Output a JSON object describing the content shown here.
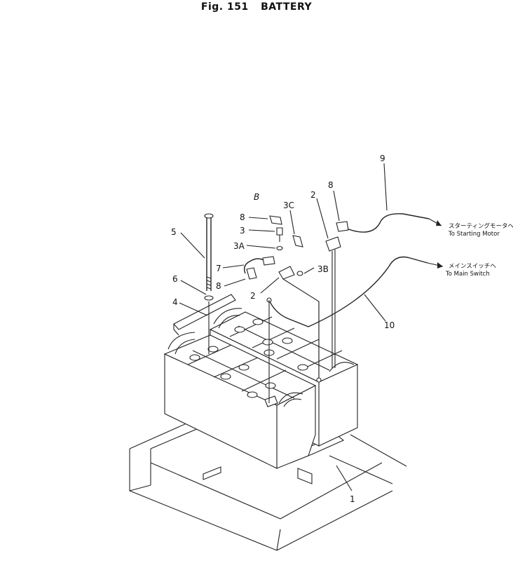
{
  "figure": {
    "number": "Fig. 151",
    "title": "BATTERY"
  },
  "callouts": {
    "c1": "1",
    "c2a": "2",
    "c2b": "2",
    "c3": "3",
    "c3a": "3A",
    "c3b": "3B",
    "c3c": "3C",
    "c4": "4",
    "c5": "5",
    "c6": "6",
    "c7": "7",
    "c8a": "8",
    "c8b": "8",
    "c8c": "8",
    "c9": "9",
    "c10": "10",
    "detail": "B"
  },
  "destinations": {
    "starting_motor_jp": "スターティングモータへ",
    "starting_motor_en": "To Starting Motor",
    "main_switch_jp": "メインスイッチへ",
    "main_switch_en": "To Main Switch"
  }
}
